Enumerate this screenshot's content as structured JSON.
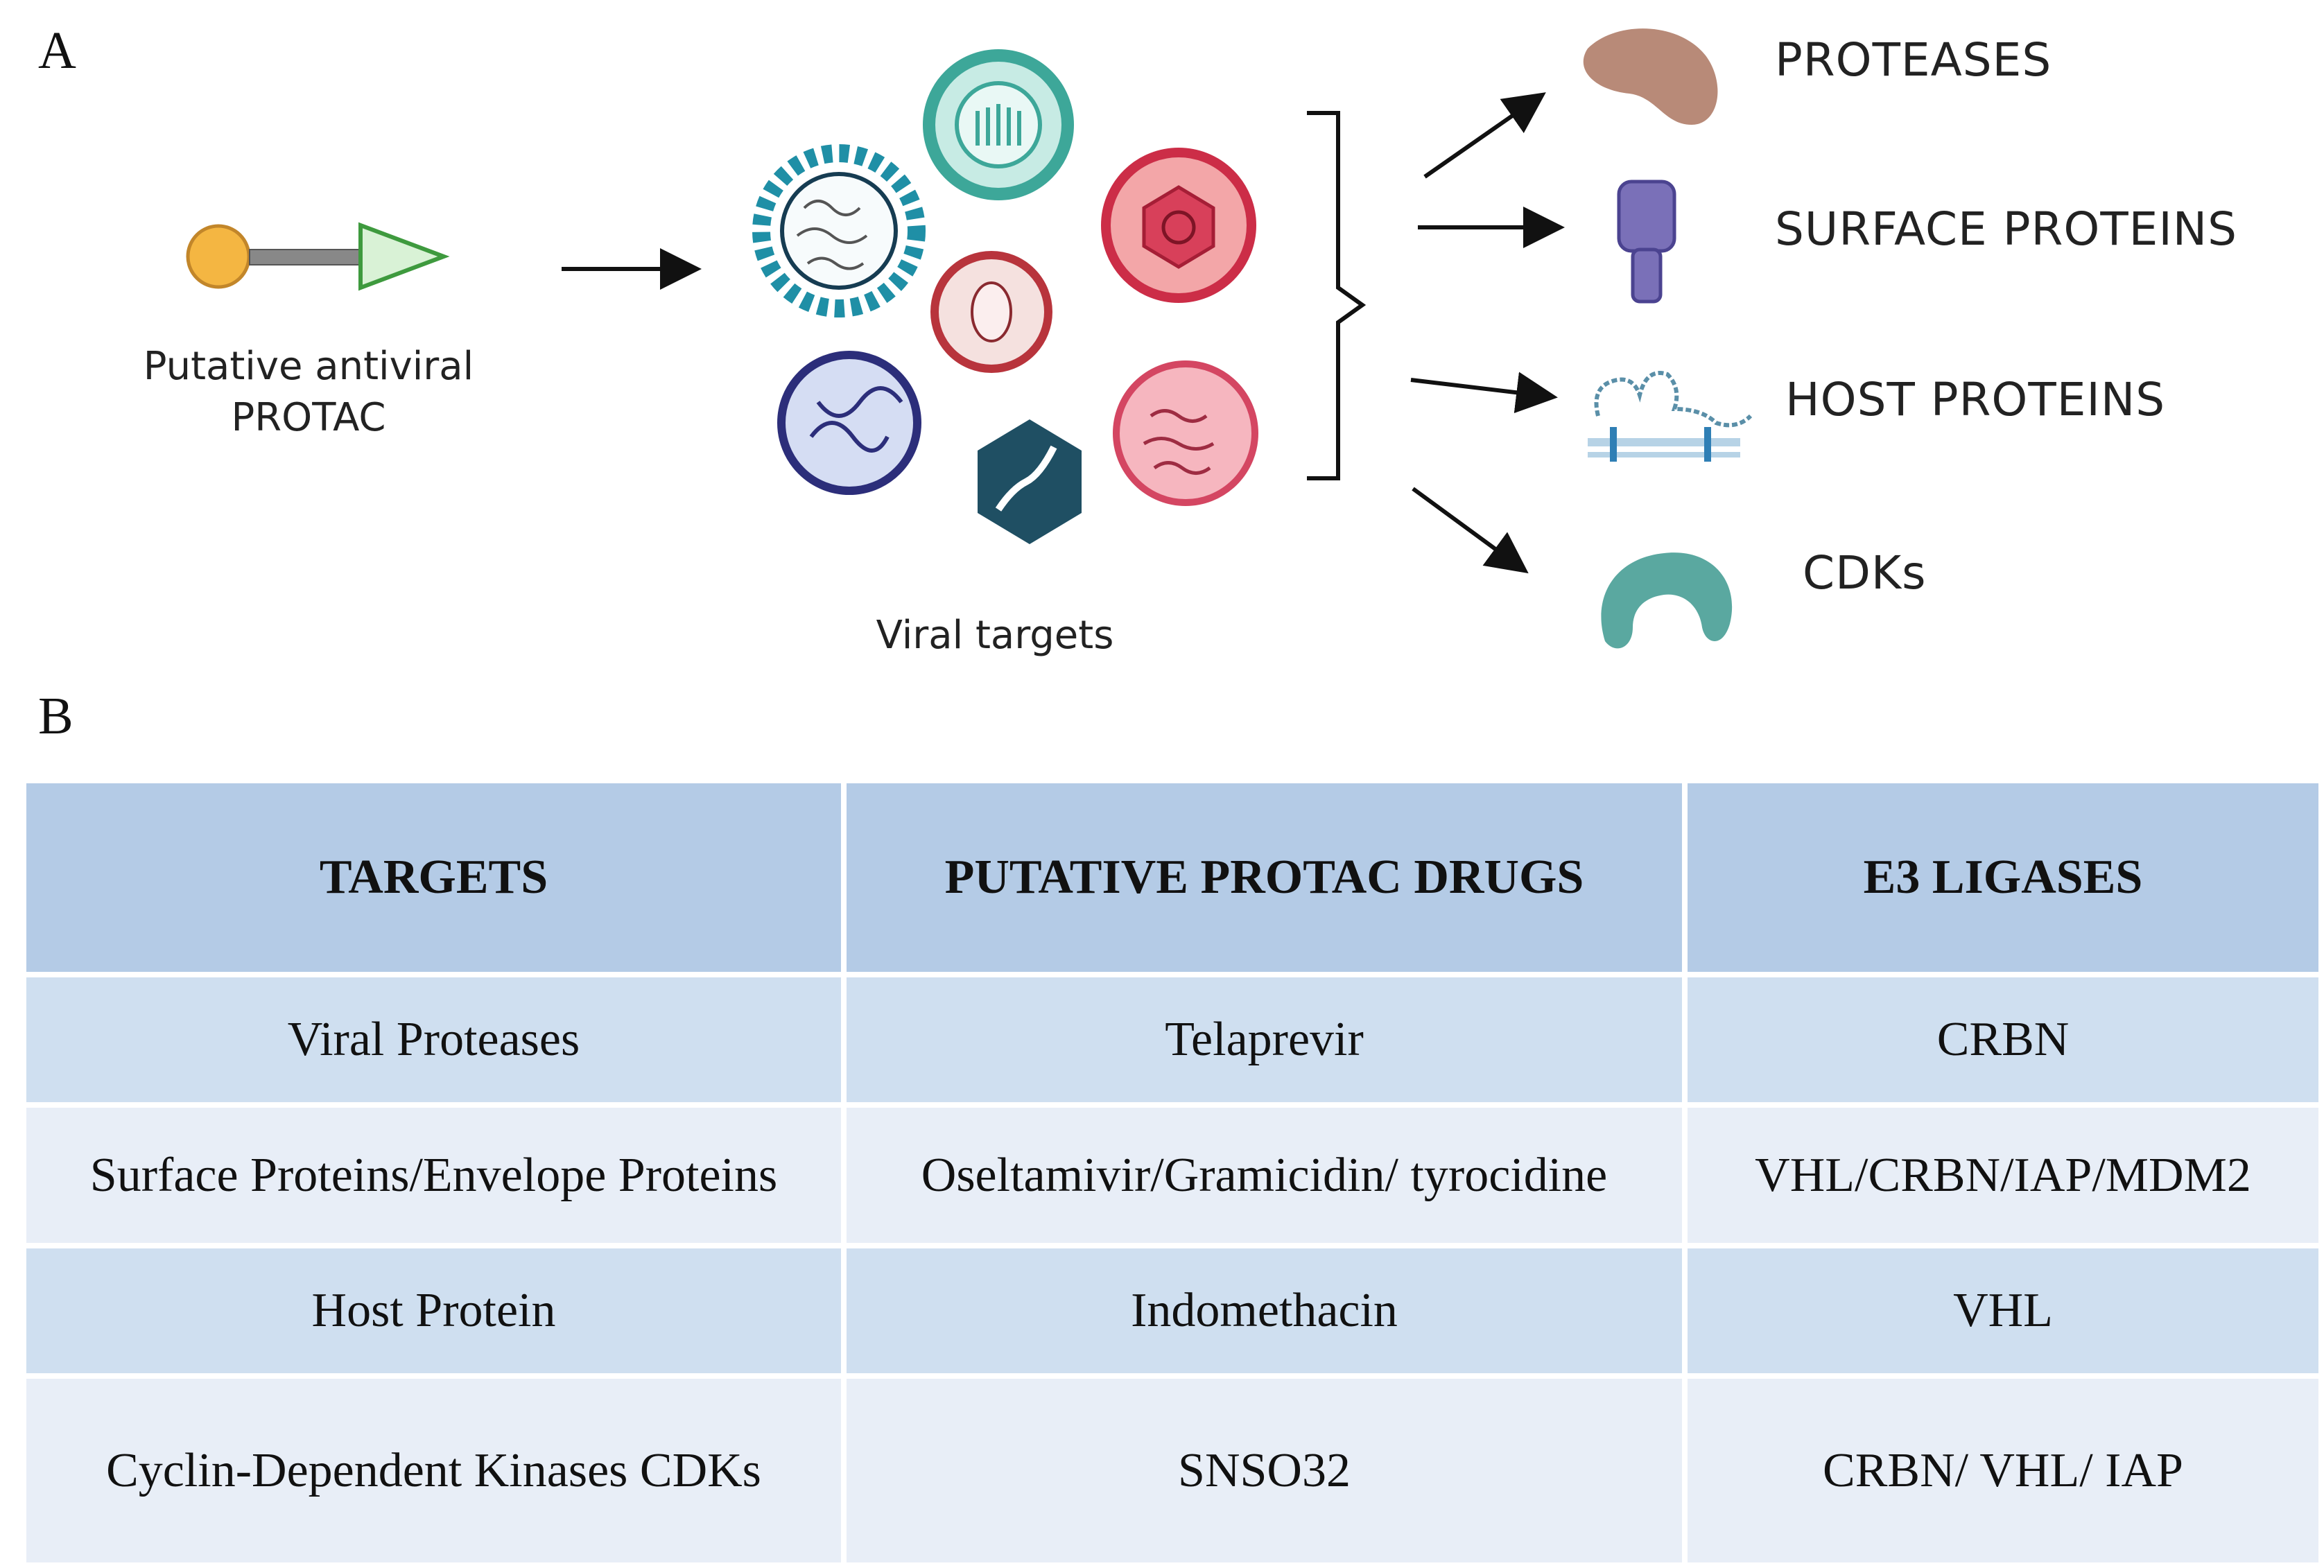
{
  "panels": {
    "a": "A",
    "b": "B"
  },
  "diagram": {
    "protac_label": "Putative antiviral\nPROTAC",
    "viral_label": "Viral targets",
    "target_classes": [
      {
        "label": "PROTEASES",
        "icon": "protease-icon"
      },
      {
        "label": "SURFACE PROTEINS",
        "icon": "surface-protein-icon"
      },
      {
        "label": "HOST PROTEINS",
        "icon": "host-protein-icon"
      },
      {
        "label": "CDKs",
        "icon": "cdk-icon"
      }
    ],
    "colors": {
      "protac_ball": "#f4b642",
      "protac_triangle": "#d9f2d6",
      "protease": "#b88a78",
      "surface": "#7a70b8",
      "cdk": "#5aa8a0"
    }
  },
  "table": {
    "headers": [
      "TARGETS",
      "PUTATIVE PROTAC DRUGS",
      "E3 LIGASES"
    ],
    "rows": [
      [
        "Viral Proteases",
        "Telaprevir",
        "CRBN"
      ],
      [
        "Surface Proteins/Envelope Proteins",
        "Oseltamivir/Gramicidin/ tyrocidine",
        "VHL/CRBN/IAP/MDM2"
      ],
      [
        "Host Protein",
        "Indomethacin",
        "VHL"
      ],
      [
        "Cyclin-Dependent Kinases CDKs",
        "SNSO32",
        "CRBN/ VHL/ IAP"
      ]
    ],
    "colors": {
      "header": "#b4cbe6",
      "row_dark": "#cfdff0",
      "row_light": "#e8eef7"
    }
  }
}
